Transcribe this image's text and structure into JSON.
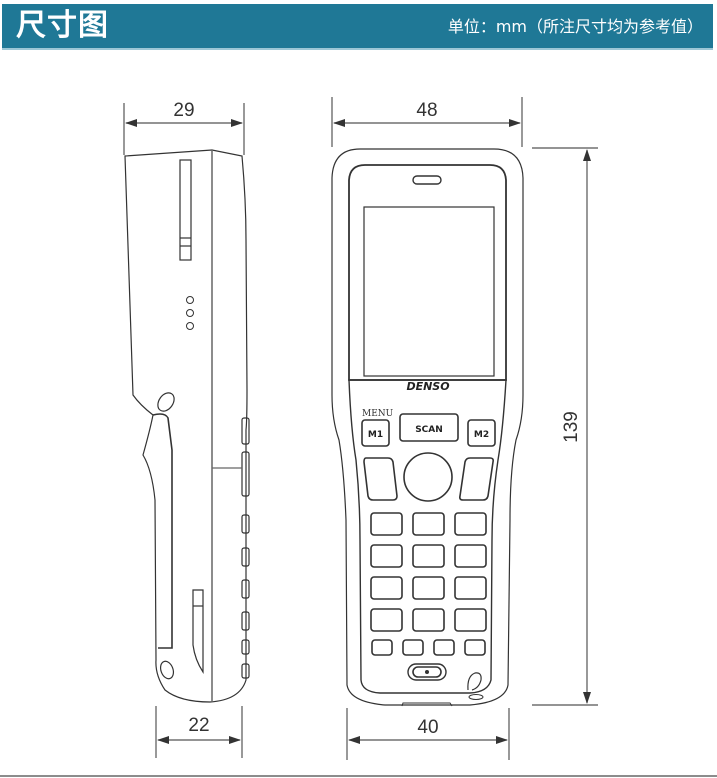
{
  "header": {
    "title": "尺寸图",
    "unit_note": "单位：mm（所注尺寸均为参考值）",
    "background_color": "#1f7896"
  },
  "side_view": {
    "top_width": "29",
    "bottom_width": "22"
  },
  "front_view": {
    "width": "48",
    "bottom_width": "40",
    "height": "139",
    "brand": "DENSO",
    "menu_label": "MENU",
    "keys": {
      "m1": "M1",
      "scan": "SCAN",
      "m2": "M2"
    },
    "keypad_rows": 4,
    "keypad_cols": 3,
    "function_keys": 4
  }
}
